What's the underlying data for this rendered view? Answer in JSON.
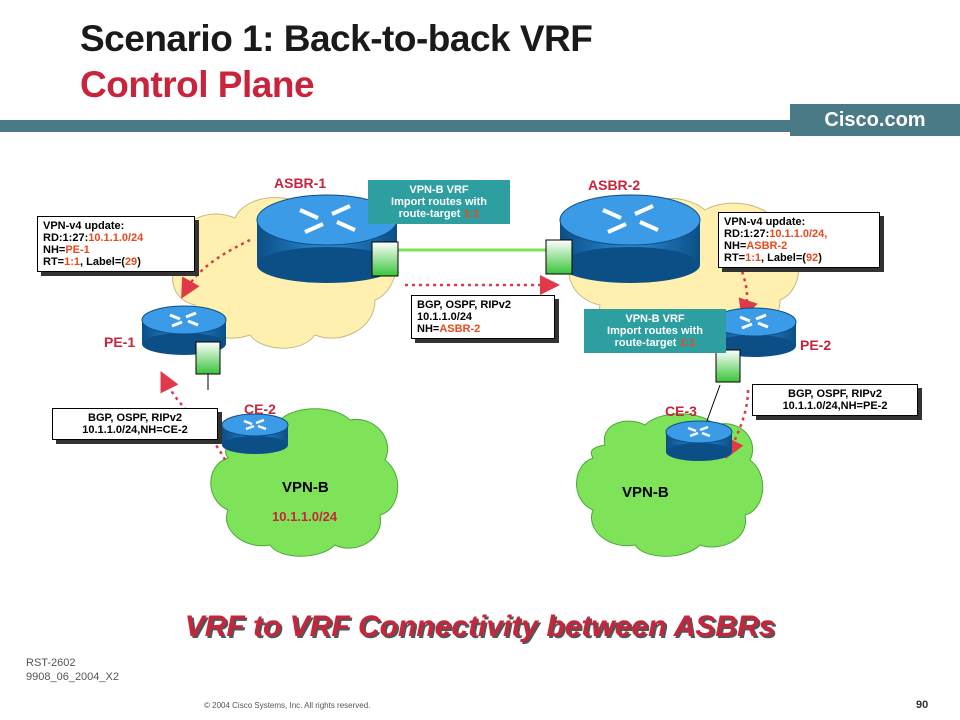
{
  "header": {
    "title": "Scenario 1: Back-to-back VRF",
    "subtitle": "Control Plane",
    "brand": "Cisco.com"
  },
  "diagram": {
    "nodes": {
      "asbr1": "ASBR-1",
      "asbr2": "ASBR-2",
      "pe1": "PE-1",
      "pe2": "PE-2",
      "ce2": "CE-2",
      "ce3": "CE-3"
    },
    "clouds": {
      "vpn_left": "VPN-B",
      "vpn_left_prefix": "10.1.1.0/24",
      "vpn_right": "VPN-B"
    },
    "vrf_box_1": {
      "line1": "VPN-B VRF",
      "line2": "Import routes with",
      "line3a": "route-target ",
      "line3b": "1:1"
    },
    "vrf_box_2": {
      "line1": "VPN-B VRF",
      "line2": "Import routes with",
      "line3a": "route-target ",
      "line3b": "1:1"
    },
    "update_left": {
      "line1": "VPN-v4 update:",
      "rd_a": "RD:1:27:",
      "rd_b": "10.1.1.0/24",
      "nh_a": "NH=",
      "nh_b": "PE-1",
      "rt_a": "RT=",
      "rt_b": "1:1",
      "rt_c": ", Label=(",
      "rt_d": "29",
      "rt_e": ")"
    },
    "update_right": {
      "line1": "VPN-v4 update:",
      "rd_a": "RD:1:27:",
      "rd_b": "10.1.1.0/24,",
      "nh_a": "NH=",
      "nh_b": "ASBR-2",
      "rt_a": "RT=",
      "rt_b": "1:1",
      "rt_c": ", Label=(",
      "rt_d": "92",
      "rt_e": ")"
    },
    "bgp_center": {
      "line1": "BGP, OSPF, RIPv2",
      "line2": "10.1.1.0/24",
      "nh_a": "NH=",
      "nh_b": "ASBR-2"
    },
    "bgp_left": {
      "line1": "BGP, OSPF, RIPv2",
      "line2": "10.1.1.0/24,NH=CE-2"
    },
    "bgp_right": {
      "line1": "BGP, OSPF, RIPv2",
      "line2": "10.1.1.0/24,NH=PE-2"
    }
  },
  "caption": "VRF to VRF Connectivity between ASBRs",
  "footer": {
    "code1": "RST-2602",
    "code2": "9908_06_2004_X2",
    "copyright": "© 2004 Cisco Systems, Inc. All rights reserved.",
    "page": "90"
  },
  "colors": {
    "accent_red": "#c8243c",
    "teal": "#2e9fa0",
    "band": "#4a7a85",
    "cloud_yellow": "#fff0b0",
    "cloud_green": "#7fe35a",
    "router_blue": "#1f78c0"
  }
}
